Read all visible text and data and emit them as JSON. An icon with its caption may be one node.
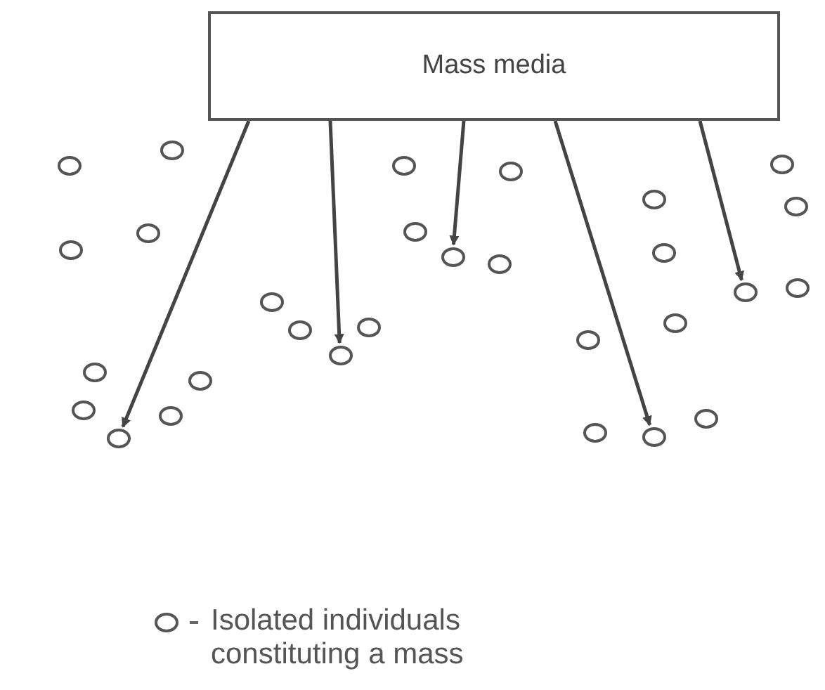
{
  "diagram": {
    "nodes": [
      {
        "text": [
          "Mass media"
        ]
      },
      {
        "text": [],
        "shape": "circle"
      },
      {
        "text": [],
        "shape": "circle"
      },
      {
        "text": [],
        "shape": "circle"
      },
      {
        "text": [],
        "shape": "circle"
      },
      {
        "text": [],
        "shape": "circle"
      },
      {
        "text": [],
        "shape": "circle"
      },
      {
        "text": [],
        "shape": "circle"
      },
      {
        "text": [],
        "shape": "circle"
      },
      {
        "text": [],
        "shape": "circle"
      },
      {
        "text": [],
        "shape": "circle"
      },
      {
        "text": [],
        "shape": "circle"
      },
      {
        "text": [],
        "shape": "circle"
      },
      {
        "text": [],
        "shape": "circle"
      },
      {
        "text": [],
        "shape": "circle"
      },
      {
        "text": [],
        "shape": "circle"
      },
      {
        "text": [],
        "shape": "circle"
      },
      {
        "text": [],
        "shape": "circle"
      },
      {
        "text": [],
        "shape": "circle"
      },
      {
        "text": [],
        "shape": "circle"
      },
      {
        "text": [],
        "shape": "circle"
      },
      {
        "text": [],
        "shape": "circle"
      },
      {
        "text": [],
        "shape": "circle"
      },
      {
        "text": [],
        "shape": "circle"
      },
      {
        "text": [],
        "shape": "circle"
      },
      {
        "text": [],
        "shape": "circle"
      },
      {
        "text": [],
        "shape": "circle"
      },
      {
        "text": [],
        "shape": "circle"
      },
      {
        "text": [],
        "shape": "circle"
      },
      {
        "text": [],
        "shape": "circle"
      }
    ],
    "edges": [
      {
        "from": 0,
        "to": 29,
        "arrow": "to"
      },
      {
        "from": 0,
        "to": 21,
        "arrow": "to"
      },
      {
        "from": 0,
        "to": 12,
        "arrow": "to"
      },
      {
        "from": 0,
        "to": 28,
        "arrow": "to"
      },
      {
        "from": 0,
        "to": 15,
        "arrow": "to"
      }
    ],
    "legend": [
      {
        "text": "Isolated individuals constituting a mass"
      }
    ]
  }
}
